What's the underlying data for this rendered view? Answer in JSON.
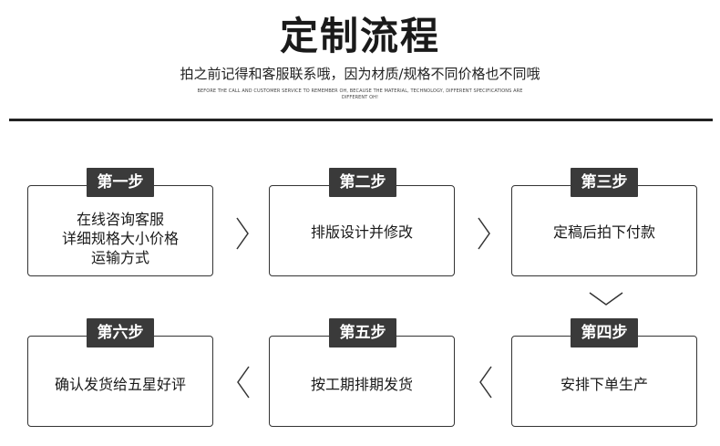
{
  "header": {
    "title": "定制流程",
    "subtitle": "拍之前记得和客服联系哦，因为材质/规格不同价格也不同哦",
    "note": "BEFORE THE CALL AND CUSTOMER SERVICE TO REMEMBER OH, BECAUSE THE MATERIAL, TECHNOLOGY, DIFFERENT SPECIFICATIONS ARE DIFFERENT OH!"
  },
  "steps": [
    {
      "tag": "第一步",
      "lines": [
        "在线咨询客服",
        "详细规格大小价格",
        "运输方式"
      ]
    },
    {
      "tag": "第二步",
      "lines": [
        "排版设计并修改"
      ]
    },
    {
      "tag": "第三步",
      "lines": [
        "定稿后拍下付款"
      ]
    },
    {
      "tag": "第四步",
      "lines": [
        "安排下单生产"
      ]
    },
    {
      "tag": "第五步",
      "lines": [
        "按工期排期发货"
      ]
    },
    {
      "tag": "第六步",
      "lines": [
        "确认发货给五星好评"
      ]
    }
  ],
  "icons": {
    "arrow_right": "chevron-right-icon",
    "arrow_down": "chevron-down-icon",
    "arrow_left": "chevron-left-icon"
  },
  "colors": {
    "tag_bg": "#3a3a3a",
    "border": "#333333",
    "rule": "#222222"
  }
}
